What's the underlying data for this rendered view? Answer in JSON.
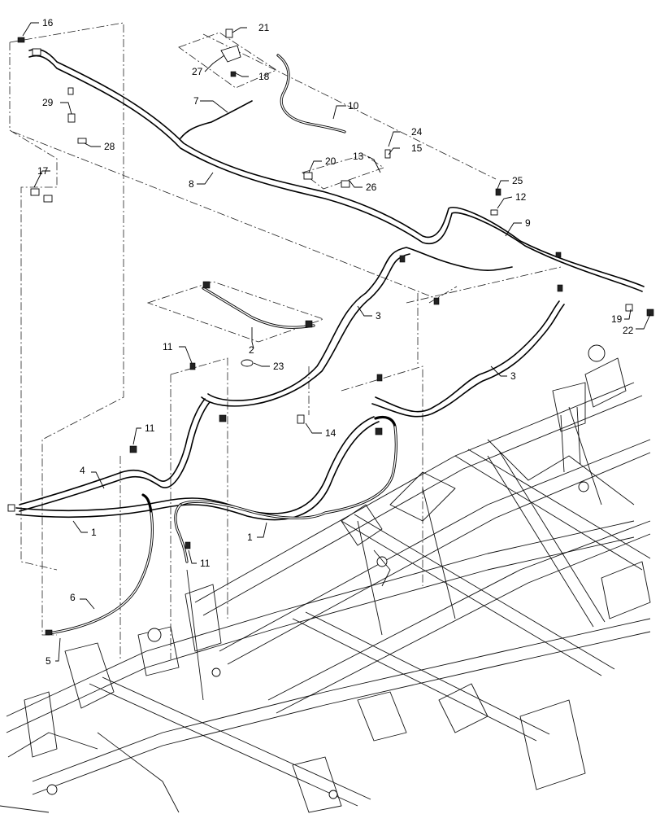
{
  "diagram": {
    "labels": [
      {
        "id": "c1",
        "text": "16"
      },
      {
        "id": "c2",
        "text": "21"
      },
      {
        "id": "c3",
        "text": "27"
      },
      {
        "id": "c4",
        "text": "18"
      },
      {
        "id": "c5",
        "text": "7"
      },
      {
        "id": "c6",
        "text": "10"
      },
      {
        "id": "c7",
        "text": "29"
      },
      {
        "id": "c8",
        "text": "28"
      },
      {
        "id": "c9",
        "text": "24"
      },
      {
        "id": "c10",
        "text": "13"
      },
      {
        "id": "c11",
        "text": "15"
      },
      {
        "id": "c12",
        "text": "20"
      },
      {
        "id": "c13",
        "text": "17"
      },
      {
        "id": "c14",
        "text": "8"
      },
      {
        "id": "c15",
        "text": "26"
      },
      {
        "id": "c16",
        "text": "25"
      },
      {
        "id": "c17",
        "text": "12"
      },
      {
        "id": "c18",
        "text": "9"
      },
      {
        "id": "c19",
        "text": "3"
      },
      {
        "id": "c20",
        "text": "19"
      },
      {
        "id": "c21",
        "text": "22"
      },
      {
        "id": "c22",
        "text": "2"
      },
      {
        "id": "c23",
        "text": "11"
      },
      {
        "id": "c24",
        "text": "23"
      },
      {
        "id": "c25",
        "text": "3"
      },
      {
        "id": "c26",
        "text": "14"
      },
      {
        "id": "c27",
        "text": "11"
      },
      {
        "id": "c28",
        "text": "4"
      },
      {
        "id": "c29",
        "text": "1"
      },
      {
        "id": "c30",
        "text": "1"
      },
      {
        "id": "c31",
        "text": "11"
      },
      {
        "id": "c32",
        "text": "6"
      },
      {
        "id": "c33",
        "text": "5"
      }
    ]
  }
}
